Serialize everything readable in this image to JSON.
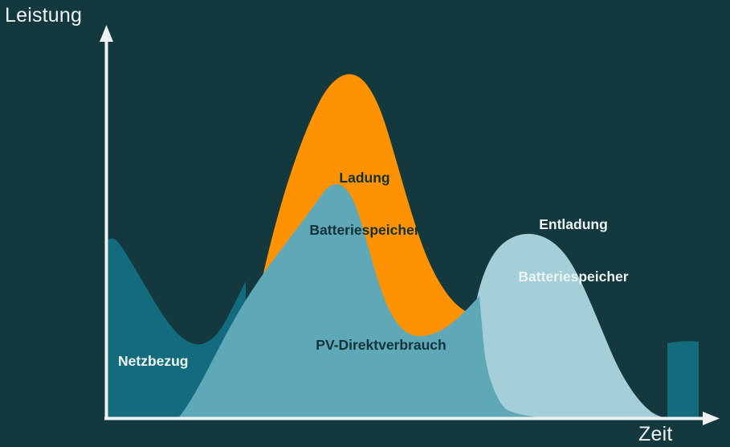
{
  "figure": {
    "background_color": "#13383e",
    "axis_color": "#eef2f2",
    "axes": {
      "y_title": "Leistung",
      "x_title": "Zeit",
      "y_arrow_icon": "arrow-up-icon",
      "x_arrow_icon": "arrow-right-icon"
    }
  },
  "chart_data": {
    "type": "area",
    "title": "",
    "subtitle": "",
    "xlabel": "Zeit",
    "ylabel": "Leistung",
    "grid": false,
    "legend_position": "inline-annotations",
    "axis_ticks": {
      "x": [],
      "y": []
    },
    "xlim": [
      0,
      100
    ],
    "ylim": [
      0,
      100
    ],
    "description": "Schematic daily load/PV profile showing grid draw, direct PV self-consumption, battery charging and battery discharging.",
    "series": [
      {
        "name": "Netzbezug",
        "label": "Netzbezug",
        "color": "#136b7e",
        "stack_role": "grid-import",
        "x": [
          0,
          2,
          5,
          10,
          16,
          22,
          28,
          34,
          40,
          46,
          52,
          58,
          64,
          70,
          76,
          82,
          88,
          91,
          91,
          95,
          95,
          100,
          100
        ],
        "values": [
          73,
          76,
          74,
          64,
          48,
          33,
          24,
          20,
          22,
          0,
          0,
          0,
          0,
          0,
          0,
          0,
          0,
          0,
          23,
          23,
          23,
          23,
          0
        ]
      },
      {
        "name": "PV-Direktverbrauch",
        "label": "PV-Direktverbrauch",
        "color": "#5fa8b8",
        "stack_role": "pv-direct-use",
        "x": [
          16,
          22,
          28,
          33,
          37,
          41,
          45,
          49,
          53,
          57,
          60,
          63,
          66,
          70,
          74,
          78,
          80
        ],
        "values": [
          0,
          6,
          24,
          46,
          63,
          74,
          74,
          68,
          58,
          52,
          51,
          52,
          50,
          40,
          20,
          4,
          0
        ]
      },
      {
        "name": "Ladung Batteriespeicher",
        "label": "Ladung Batteriespeicher",
        "color": "#ff9200",
        "stack_role": "battery-charge",
        "x": [
          28,
          32,
          36,
          39,
          42,
          45,
          48,
          52,
          56,
          59,
          61
        ],
        "values": [
          24,
          58,
          83,
          96,
          97,
          90,
          78,
          66,
          57,
          53,
          51
        ]
      },
      {
        "name": "Entladung Batteriespeicher",
        "label": "Entladung Batteriespeicher",
        "color": "#a4cfd9",
        "stack_role": "battery-discharge",
        "x": [
          59,
          63,
          67,
          71,
          75,
          79,
          83,
          87,
          90,
          92,
          94
        ],
        "values": [
          53,
          53,
          55,
          53,
          46,
          36,
          26,
          16,
          8,
          3,
          0
        ]
      }
    ],
    "annotations": [
      {
        "text": "Ladung Batteriespeicher",
        "color": "#123238",
        "x": 45,
        "y": 72
      },
      {
        "text": "Entladung Batteriespeicher",
        "color": "#edf3f3",
        "x": 78,
        "y": 58
      },
      {
        "text": "PV-Direktverbrauch",
        "color": "#133439",
        "x": 44,
        "y": 22
      },
      {
        "text": "Netzbezug",
        "color": "#f2f6f7",
        "x": 8,
        "y": 18
      }
    ]
  },
  "labels": {
    "ladung": "Ladung\nBatteriespeicher",
    "ladung_line1": "Ladung",
    "ladung_line2": "Batteriespeicher",
    "entladung_line1": "Entladung",
    "entladung_line2": "Batteriespeicher",
    "pv": "PV-Direktverbrauch",
    "netzbezug": "Netzbezug"
  }
}
